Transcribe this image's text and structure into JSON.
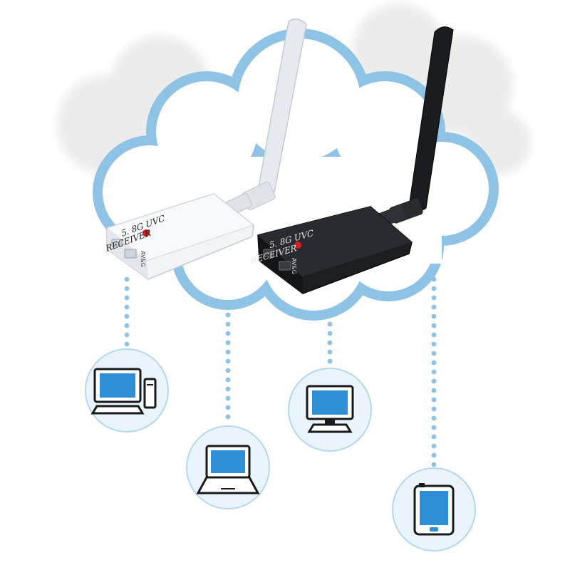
{
  "white_receiver": {
    "label_line1": "5. 8G UVC",
    "label_line2": "RECEIVER",
    "port_label": "AV&G",
    "color": "#eef0f4"
  },
  "black_receiver": {
    "label_line1": "5. 8G UVC",
    "label_line2": "RECEIVER",
    "port_label": "AV&G",
    "color": "#1c1d20"
  },
  "colors": {
    "cloud_fill": "#ffffff",
    "cloud_outline": "#8fc3e6",
    "back_cloud": "#eeeeee",
    "bubble_fill": "#eaf4fb",
    "bubble_border": "#b5d8ee",
    "device_blue": "#2f8fd6",
    "device_outline": "#1a1a1a",
    "dot_line": "#8fc3e6",
    "led": "#d32020"
  },
  "devices": [
    {
      "name": "desktop-computer",
      "icon": "desktop-computer-icon"
    },
    {
      "name": "laptop",
      "icon": "laptop-icon"
    },
    {
      "name": "monitor",
      "icon": "monitor-icon"
    },
    {
      "name": "tablet",
      "icon": "tablet-icon"
    }
  ]
}
